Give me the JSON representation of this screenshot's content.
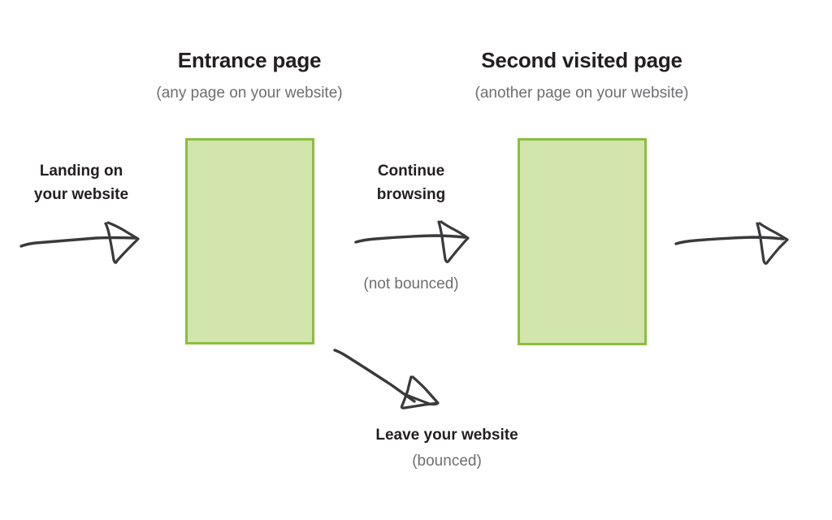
{
  "diagram": {
    "title": "Entrance page and second visited page bounce flow",
    "background_color": "#ffffff",
    "ink_color": "#3a3a3c",
    "box_fill_color": "#d2e5ac",
    "box_border_color": "#8cbe3f",
    "heading_color": "#231f20",
    "muted_color": "#6d6e71"
  },
  "columns": [
    {
      "title": "Entrance page",
      "subtitle": "(any page on your website)"
    },
    {
      "title": "Second visited page",
      "subtitle": "(another page on your website)"
    }
  ],
  "flows": {
    "landing": {
      "label_line1": "Landing on",
      "label_line2": "your website",
      "arrow_icon": "arrow-right-icon"
    },
    "continue": {
      "label_line1": "Continue",
      "label_line2": "browsing",
      "note": "(not bounced)",
      "arrow_icon": "arrow-right-icon"
    },
    "exit": {
      "arrow_icon": "arrow-right-icon"
    },
    "leave": {
      "label": "Leave your website",
      "note": "(bounced)",
      "arrow_icon": "arrow-down-right-icon"
    }
  }
}
